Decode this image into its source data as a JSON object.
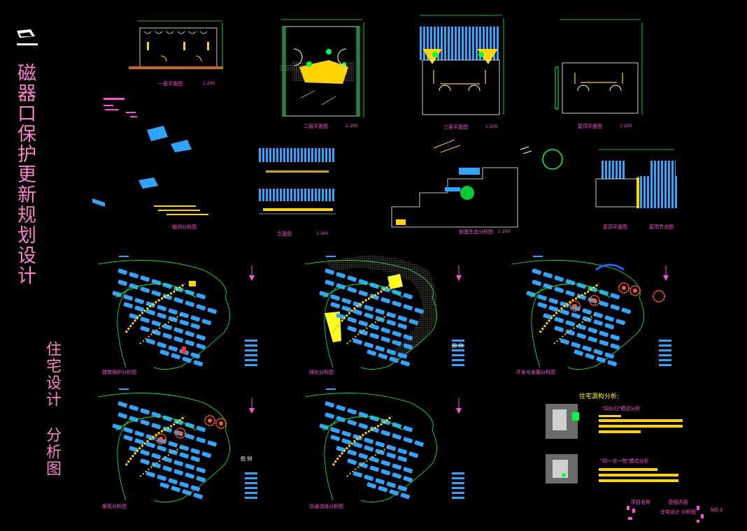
{
  "title": {
    "main": "磁器口保护更新规划设计",
    "sub": "住宅设计 分析图"
  },
  "drawings": {
    "plan_first": {
      "caption": "一层平面图",
      "scale": "1:200"
    },
    "plan_second": {
      "caption": "二层平面图",
      "scale": "1:200"
    },
    "plan_third": {
      "caption": "三层平面图",
      "scale": "1:200"
    },
    "plan_roof": {
      "caption": "屋顶平面图",
      "scale": "1:200"
    },
    "axonometric": {
      "caption": "轴测分析图"
    },
    "elevation": {
      "caption": "立面图",
      "scale": "1:200"
    },
    "section": {
      "caption": "剖面生态分析图",
      "scale": "1:200"
    },
    "detail_left": {
      "caption": "屋顶平面图"
    },
    "detail_right": {
      "caption": "屋顶节点图"
    }
  },
  "maps": [
    {
      "caption": "建筑保护分析图"
    },
    {
      "caption": "绿化分析图",
      "legend": "图 例"
    },
    {
      "caption": "开发与发展分析图"
    },
    {
      "caption": "景观分析图",
      "legend": "图 例"
    },
    {
      "caption": "交通流线分析图"
    }
  ],
  "analysis": {
    "heading": "住宅源构分析:",
    "item1": "\"四水归\"模式分析",
    "item2": "\"四一合一院\"模式分析"
  },
  "titleblock": {
    "c1": "项目名称",
    "c2": "图纸内容",
    "c3": "住宅设计",
    "c4": "分析图",
    "c5": "NO.3"
  },
  "colors": {
    "cyan": "#2ea6ff",
    "green": "#00ff44",
    "yellow": "#ffd400",
    "magenta": "#ff4fd8",
    "orange": "#ff5a1a",
    "pink_title": "#ff7fd0"
  }
}
